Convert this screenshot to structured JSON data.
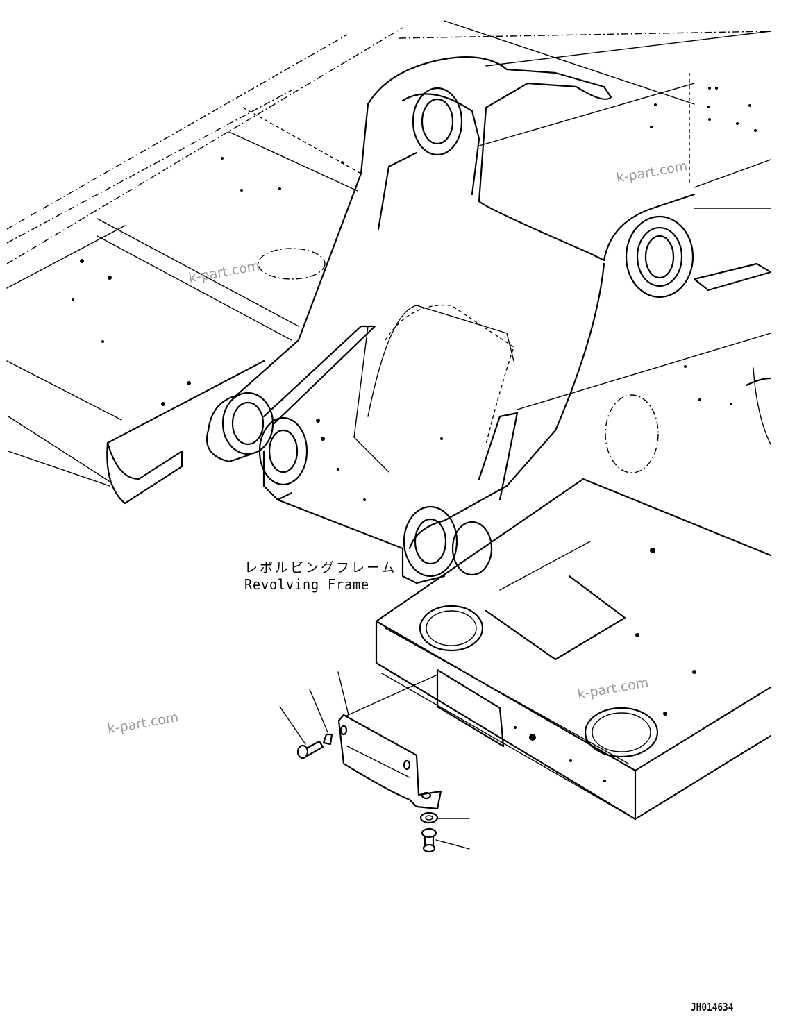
{
  "frame_label": {
    "japanese": "レボルビングフレーム",
    "english": "Revolving Frame"
  },
  "watermarks": [
    "k-part.com",
    "k-part.com",
    "k-part.com",
    "k-part.com"
  ],
  "drawing_code": "JH014634",
  "parts": [
    {
      "name": "bolt"
    },
    {
      "name": "washer"
    },
    {
      "name": "cover-plate"
    },
    {
      "name": "washer"
    },
    {
      "name": "bolt"
    }
  ]
}
